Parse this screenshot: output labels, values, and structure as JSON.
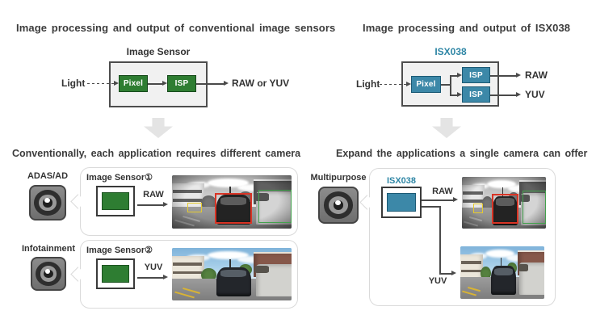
{
  "top_left": {
    "heading": "Image processing and output of conventional image sensors",
    "sensor_label": "Image Sensor",
    "light_label": "Light",
    "pixel_label": "Pixel",
    "isp_label": "ISP",
    "output_label": "RAW or YUV"
  },
  "top_right": {
    "heading": "Image processing and output of ISX038",
    "sensor_label": "ISX038",
    "light_label": "Light",
    "pixel_label": "Pixel",
    "isp1_label": "ISP",
    "isp2_label": "ISP",
    "raw_label": "RAW",
    "yuv_label": "YUV"
  },
  "bottom_left": {
    "heading": "Conventionally, each application requires different camera",
    "rows": [
      {
        "camera_label": "ADAS/AD",
        "sensor_label": "Image Sensor①",
        "output_label": "RAW"
      },
      {
        "camera_label": "Infotainment",
        "sensor_label": "Image Sensor②",
        "output_label": "YUV"
      }
    ]
  },
  "bottom_right": {
    "heading": "Expand the applications a single camera can offer",
    "camera_label": "Multipurpose",
    "sensor_label": "ISX038",
    "raw_label": "RAW",
    "yuv_label": "YUV"
  },
  "colors": {
    "green_block": "#2e7d32",
    "teal_block": "#3c88a8",
    "teal_text": "#2e86a5",
    "heading_text": "#3c3c3c",
    "arrow": "#4a4a4a",
    "down_arrow_fill": "#e4e4e4"
  }
}
